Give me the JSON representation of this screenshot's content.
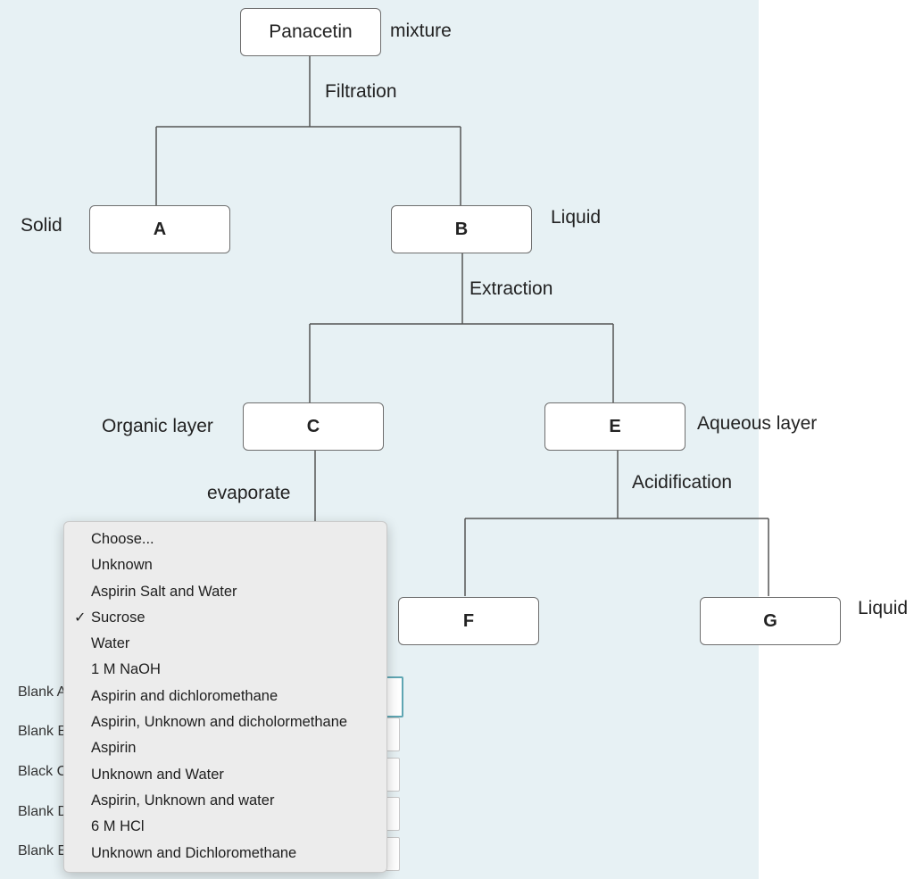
{
  "diagram": {
    "nodes": {
      "root": "Panacetin",
      "a": "A",
      "b": "B",
      "c": "C",
      "e": "E",
      "f": "F",
      "g": "G"
    },
    "labels": {
      "mixture": "mixture",
      "filtration": "Filtration",
      "solid": "Solid",
      "liquid_b": "Liquid",
      "extraction": "Extraction",
      "organic_layer": "Organic layer",
      "aqueous_layer": "Aqueous layer",
      "evaporate": "evaporate",
      "acidification": "Acidification",
      "liquid_g": "Liquid"
    },
    "line_color": "#555555",
    "background_color": "#e7f1f4"
  },
  "blanks": [
    {
      "label": "Blank A"
    },
    {
      "label": "Blank B"
    },
    {
      "label": "Black C"
    },
    {
      "label": "Blank D"
    },
    {
      "label": "Blank E"
    }
  ],
  "dropdown": {
    "selected": "Sucrose",
    "check_icon": "check-icon",
    "options": [
      "Choose...",
      "Unknown",
      "Aspirin Salt and Water",
      "Sucrose",
      "Water",
      "1 M NaOH",
      "Aspirin and dichloromethane",
      "Aspirin, Unknown and dicholormethane",
      "Aspirin",
      "Unknown and Water",
      "Aspirin, Unknown and water",
      "6 M HCl",
      "Unknown and Dichloromethane"
    ]
  }
}
